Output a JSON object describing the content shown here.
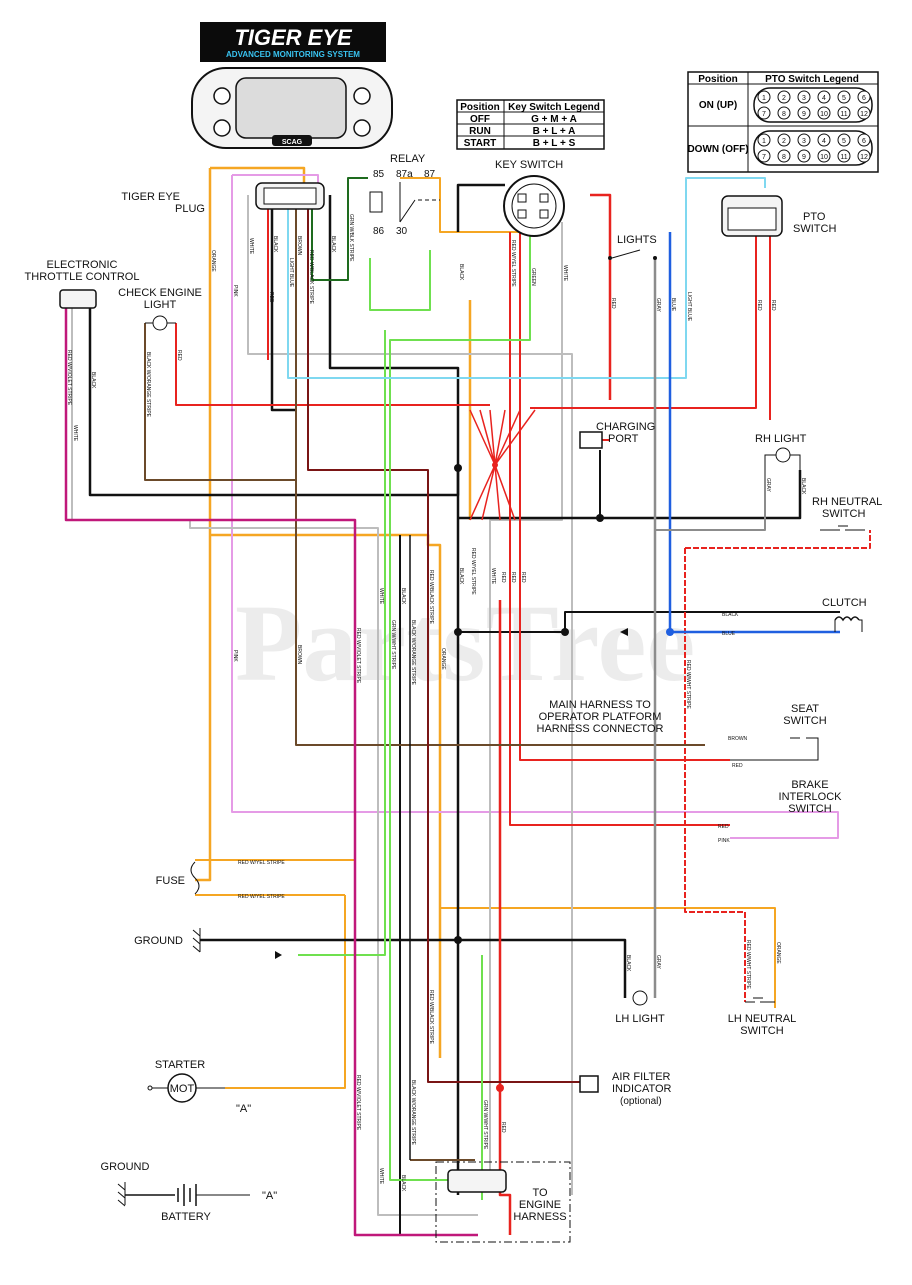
{
  "brand": {
    "logo_title": "TIGER EYE",
    "logo_subtitle": "ADVANCED MONITORING SYSTEM",
    "display_badge": "SCAG"
  },
  "watermark": "PartsTree",
  "colors": {
    "orange": "#f5a623",
    "red": "#e8231f",
    "black": "#111111",
    "white_wire": "#bdbdbd",
    "pink": "#e59be6",
    "brown": "#6b4a2a",
    "dark_red": "#7a1515",
    "green": "#6fe04f",
    "light_blue": "#7fd8f0",
    "blue": "#1f5fe0",
    "gray": "#8c8c8c",
    "magenta": "#c0187a",
    "dark_green": "#1e6b1e"
  },
  "labels": {
    "relay": "RELAY",
    "relay_85": "85",
    "relay_87a": "87a",
    "relay_87": "87",
    "relay_86": "86",
    "relay_30": "30",
    "key_switch": "KEY SWITCH",
    "tiger_eye_plug_1": "TIGER EYE",
    "tiger_eye_plug_2": "PLUG",
    "etc_1": "ELECTRONIC",
    "etc_2": "THROTTLE CONTROL",
    "cel_1": "CHECK ENGINE",
    "cel_2": "LIGHT",
    "lights": "LIGHTS",
    "pto_1": "PTO",
    "pto_2": "SWITCH",
    "charging_1": "CHARGING",
    "charging_2": "PORT",
    "rh_light": "RH LIGHT",
    "rh_neutral_1": "RH NEUTRAL",
    "rh_neutral_2": "SWITCH",
    "clutch": "CLUTCH",
    "mh_1": "MAIN HARNESS TO",
    "mh_2": "OPERATOR PLATFORM",
    "mh_3": "HARNESS CONNECTOR",
    "seat_1": "SEAT",
    "seat_2": "SWITCH",
    "brake_1": "BRAKE",
    "brake_2": "INTERLOCK",
    "brake_3": "SWITCH",
    "fuse": "FUSE",
    "ground1": "GROUND",
    "lh_light": "LH LIGHT",
    "lh_neutral_1": "LH NEUTRAL",
    "lh_neutral_2": "SWITCH",
    "starter": "STARTER",
    "mot": "MOT",
    "ref_a1": "\"A\"",
    "air_1": "AIR FILTER",
    "air_2": "INDICATOR",
    "air_3": "(optional)",
    "ground2": "GROUND",
    "battery": "BATTERY",
    "ref_a2": "\"A\"",
    "engine_1": "TO",
    "engine_2": "ENGINE",
    "engine_3": "HARNESS"
  },
  "wire_labels": {
    "orange": "ORANGE",
    "pink": "PINK",
    "white": "WHITE",
    "black": "BLACK",
    "red": "RED",
    "brown": "BROWN",
    "light_blue": "LIGHT BLUE",
    "red_blk": "RED W/BLACK STRIPE",
    "grn_blk": "GRN W/BLK STRIPE",
    "red_yel": "RED W/YEL STRIPE",
    "green": "GREEN",
    "gray": "GRAY",
    "blue": "BLUE",
    "red_violet": "RED W/VIOLET STRIPE",
    "blk_org": "BLACK W/ORANGE STRIPE",
    "grn_wht": "GRN W/WHT STRIPE",
    "red_wht": "RED W/WHT STRIPE"
  },
  "key_table": {
    "headers": [
      "Position",
      "Key Switch Legend"
    ],
    "rows": [
      [
        "OFF",
        "G + M + A"
      ],
      [
        "RUN",
        "B + L + A"
      ],
      [
        "START",
        "B + L + S"
      ]
    ]
  },
  "pto_table": {
    "headers": [
      "Position",
      "PTO Switch Legend"
    ],
    "rows": [
      {
        "position": "ON (UP)",
        "top": [
          "1",
          "2",
          "3",
          "4",
          "5",
          "6"
        ],
        "bottom": [
          "7",
          "8",
          "9",
          "10",
          "11",
          "12"
        ]
      },
      {
        "position": "DOWN (OFF)",
        "top": [
          "1",
          "2",
          "3",
          "4",
          "5",
          "6"
        ],
        "bottom": [
          "7",
          "8",
          "9",
          "10",
          "11",
          "12"
        ]
      }
    ]
  }
}
